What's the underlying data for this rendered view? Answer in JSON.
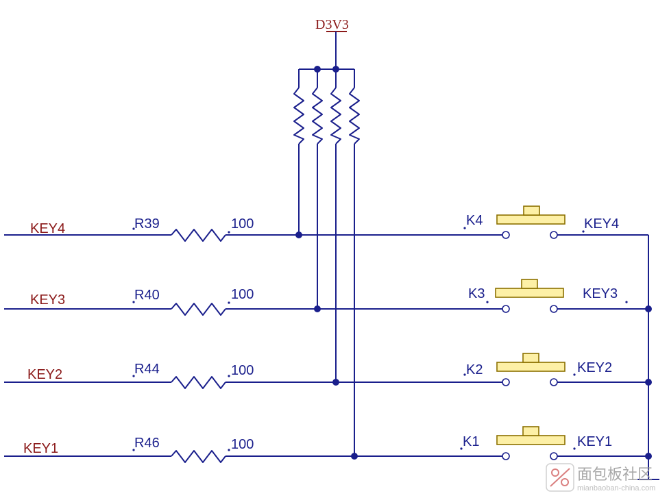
{
  "power": {
    "label": "D3V3"
  },
  "rows": [
    {
      "net_left": "KEY4",
      "resistor_ref": "R39",
      "resistor_value": "100",
      "switch_ref": "K4",
      "net_right": "KEY4"
    },
    {
      "net_left": "KEY3",
      "resistor_ref": "R40",
      "resistor_value": "100",
      "switch_ref": "K3",
      "net_right": "KEY3"
    },
    {
      "net_left": "KEY2",
      "resistor_ref": "R44",
      "resistor_value": "100",
      "switch_ref": "K2",
      "net_right": "KEY2"
    },
    {
      "net_left": "KEY1",
      "resistor_ref": "R46",
      "resistor_value": "100",
      "switch_ref": "K1",
      "net_right": "KEY1"
    }
  ],
  "watermark": {
    "text": "面包板社区",
    "subtext": "mianbaoban-china.com"
  },
  "colors": {
    "wire": "#1a1f8c",
    "net_label": "#8b1a1a",
    "button_fill": "#fdf0a6"
  }
}
